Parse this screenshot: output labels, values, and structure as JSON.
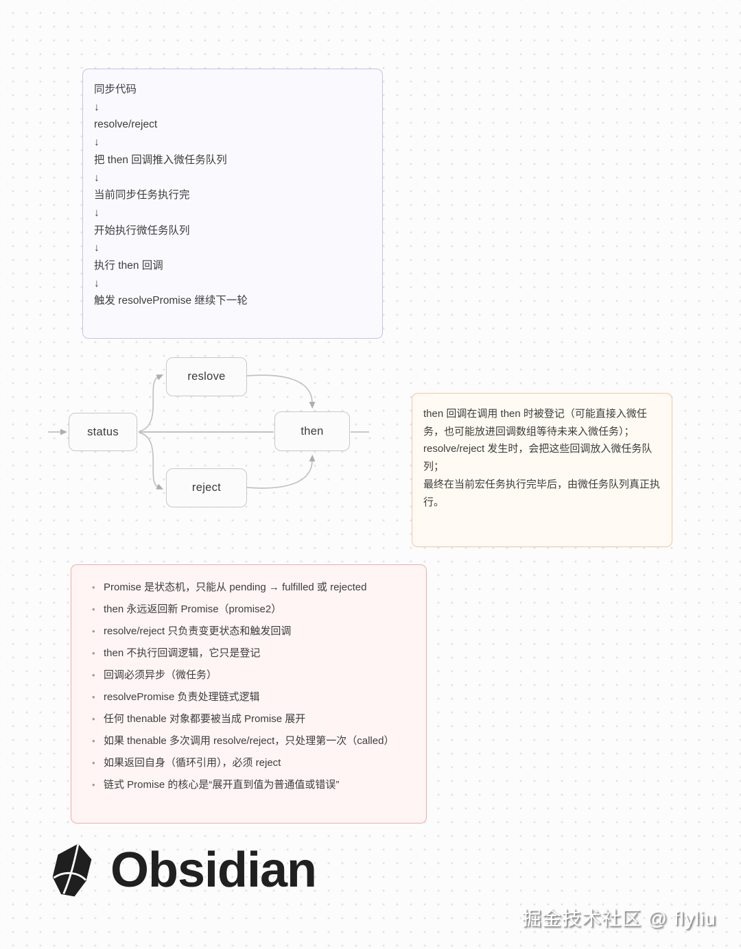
{
  "flow_box": {
    "lines": [
      "同步代码",
      "↓",
      "resolve/reject",
      "↓",
      "把 then 回调推入微任务队列",
      "↓",
      "当前同步任务执行完",
      "↓",
      "开始执行微任务队列",
      "↓",
      "执行 then 回调",
      "↓",
      "触发 resolvePromise 继续下一轮"
    ],
    "border_color": "#c6c1e8",
    "background": "#fafafe"
  },
  "flowchart": {
    "nodes": {
      "status": "status",
      "resolve": "reslove",
      "reject": "reject",
      "then": "then"
    },
    "edges": [
      {
        "from": "input",
        "to": "status"
      },
      {
        "from": "status",
        "to": "reslove"
      },
      {
        "from": "status",
        "to": "reject"
      },
      {
        "from": "status",
        "to": "then"
      },
      {
        "from": "reslove",
        "to": "then"
      },
      {
        "from": "reject",
        "to": "then"
      },
      {
        "from": "then",
        "to": "output"
      }
    ],
    "connector_color": "#c1c1c1",
    "node_border_color": "#c7c7c7"
  },
  "note_box": {
    "lines": [
      "then 回调在调用 then 时被登记（可能直接入微任务，也可能放进回调数组等待未来入微任务）；",
      "resolve/reject 发生时，会把这些回调放入微任务队列；",
      "最终在当前宏任务执行完毕后，由微任务队列真正执行。"
    ],
    "border_color": "#f2c6a0",
    "background": "#fffaf3"
  },
  "summary_box": {
    "items": [
      "Promise 是状态机，只能从 pending → fulfilled 或 rejected",
      "then 永远返回新 Promise（promise2）",
      "resolve/reject 只负责变更状态和触发回调",
      "then 不执行回调逻辑，它只是登记",
      "回调必须异步（微任务）",
      "resolvePromise 负责处理链式逻辑",
      "任何 thenable 对象都要被当成 Promise 展开",
      "如果 thenable 多次调用 resolve/reject，只处理第一次（called）",
      "如果返回自身（循环引用），必须 reject",
      "链式 Promise 的核心是“展开直到值为普通值或错误”"
    ],
    "border_color": "#f0abab",
    "background": "#fef5f4"
  },
  "footer": {
    "logo_text": "Obsidian",
    "watermark": "掘金技术社区 @ flyliu"
  },
  "palette": {
    "page_background": "#fcfcfc",
    "dot_grid": "#e3e3e7",
    "text": "#3d3d3d",
    "logo_black": "#202020"
  }
}
